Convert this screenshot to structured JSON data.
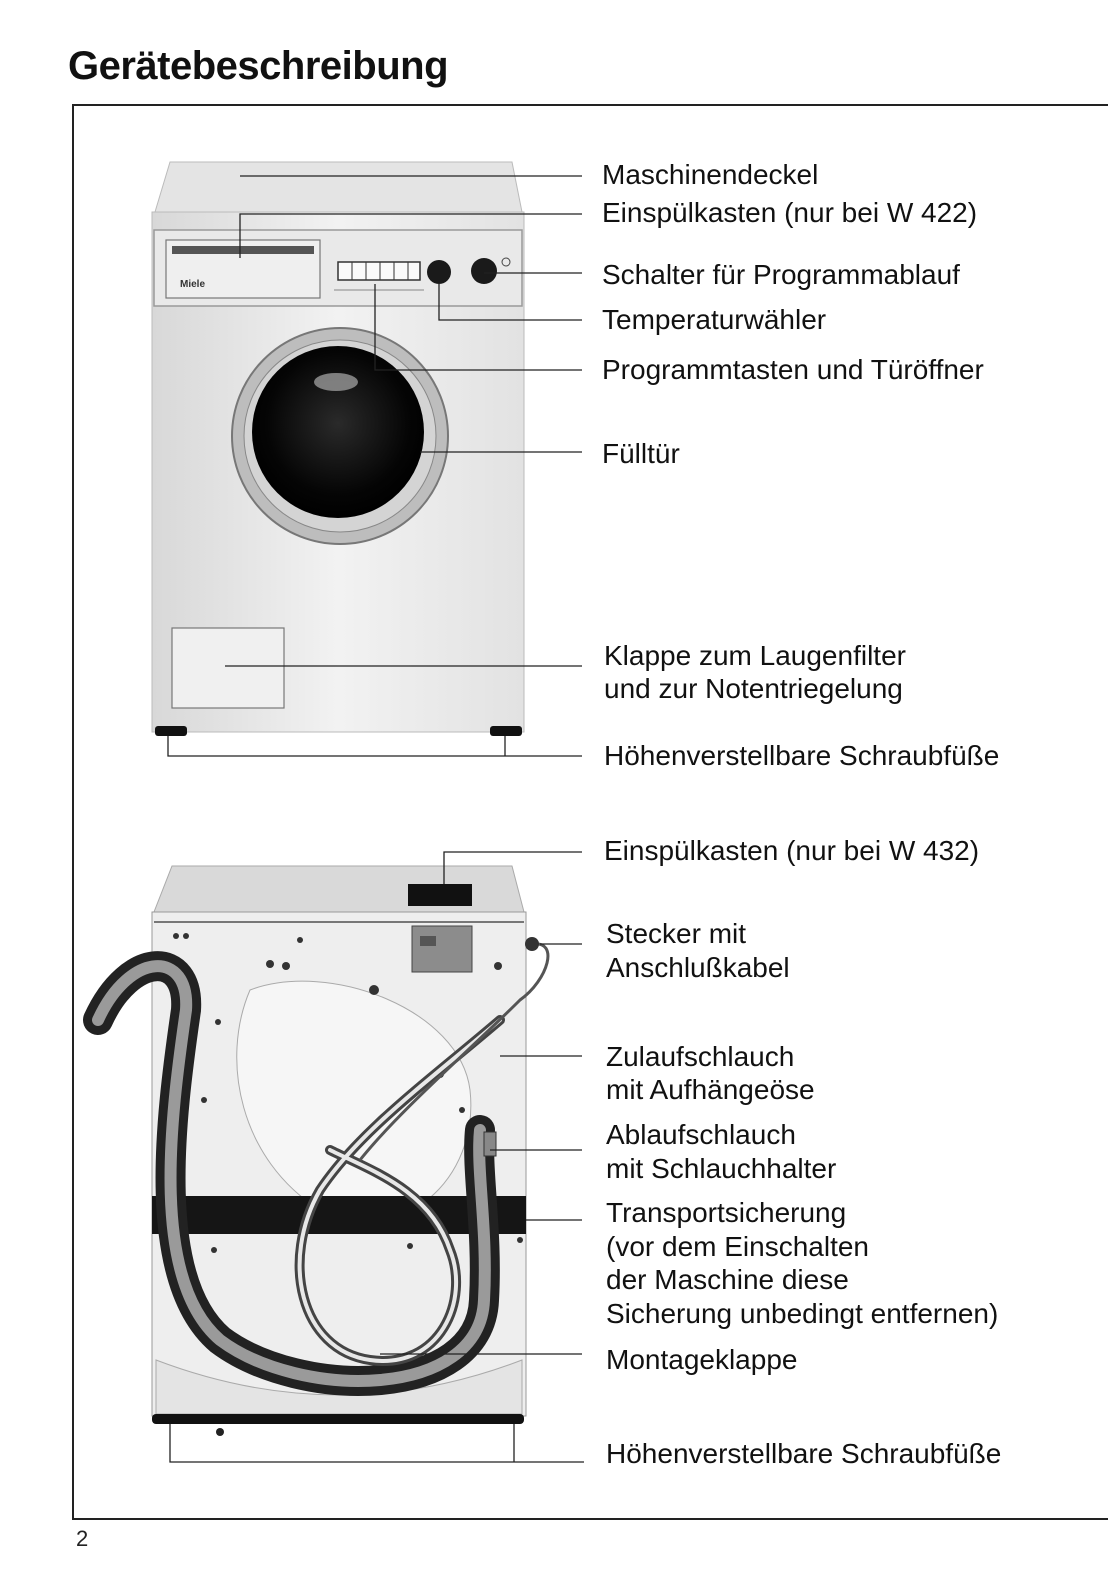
{
  "page": {
    "title": "Gerätebeschreibung",
    "page_number": "2"
  },
  "front_view": {
    "brand": "Miele",
    "labels": {
      "maschinendeckel": "Maschinendeckel",
      "einspuelkasten_w422": "Einspülkasten (nur bei W 422)",
      "schalter_programmablauf": "Schalter für Programmablauf",
      "temperaturwaehler": "Temperaturwähler",
      "programmtasten": "Programmtasten und Türöffner",
      "fuelltuer": "Fülltür",
      "klappe_line1": "Klappe zum Laugenfilter",
      "klappe_line2": "und zur Notentriegelung",
      "schraubfuesse": "Höhenverstellbare Schraubfüße"
    }
  },
  "rear_view": {
    "labels": {
      "einspuelkasten_w432": "Einspülkasten (nur bei W 432)",
      "stecker_line1": "Stecker mit",
      "stecker_line2": "Anschlußkabel",
      "zulauf_line1": "Zulaufschlauch",
      "zulauf_line2": "mit Aufhängeöse",
      "ablauf_line1": "Ablaufschlauch",
      "ablauf_line2": "mit Schlauchhalter",
      "transport_line1": "Transportsicherung",
      "transport_line2": "(vor dem Einschalten",
      "transport_line3": "der Maschine diese",
      "transport_line4": "Sicherung unbedingt entfernen)",
      "montageklappe": "Montageklappe",
      "schraubfuesse": "Höhenverstellbare Schraubfüße"
    }
  }
}
